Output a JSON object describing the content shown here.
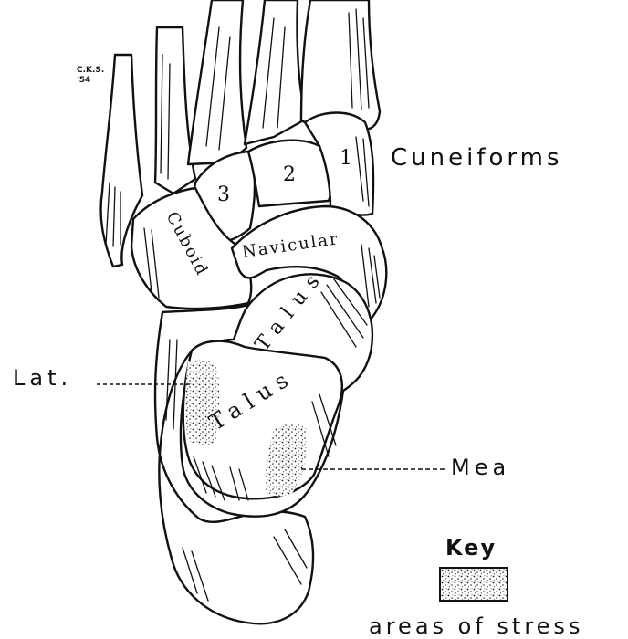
{
  "labels": {
    "cuneiforms": "Cuneiforms",
    "cuneiform_1": "1",
    "cuneiform_2": "2",
    "cuneiform_3": "3",
    "cuboid": "Cuboid",
    "navicular": "Navicular",
    "talus_upper": "Talus",
    "talus_lower": "Talus",
    "lateral": "Lat.",
    "medial": "Mea"
  },
  "key": {
    "title": "Key",
    "description": "areas of stress"
  },
  "signature": {
    "line1": "C.K.S.",
    "line2": "'54"
  },
  "colors": {
    "ink": "#111111",
    "paper": "#ffffff"
  }
}
